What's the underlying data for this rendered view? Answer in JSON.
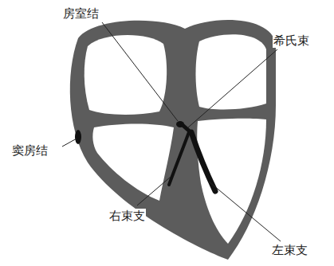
{
  "diagram": {
    "labels": [
      "房室结",
      "希氏束",
      "窦房结",
      "右束支",
      "左束支"
    ]
  }
}
